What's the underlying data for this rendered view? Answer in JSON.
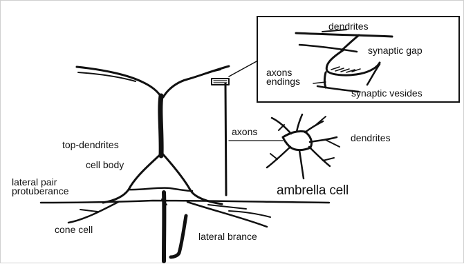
{
  "labels": {
    "inset_dendrites": "dendrites",
    "synaptic_gap": "synaptic gap",
    "axons_endings": "axons\nendings",
    "synaptic_vesides": "synaptic vesides",
    "axons": "axons",
    "umbrella_dendrites": "dendrites",
    "top_dendrites": "top-dendrites",
    "cell_body": "cell body",
    "lateral_pair_protuberance": "lateral pair\nprotuberance",
    "ambrella_cell": "ambrella cell",
    "cone_cell": "cone cell",
    "lateral_brance": "lateral brance"
  },
  "colors": {
    "ink": "#111111",
    "frame": "#cfcfcf"
  }
}
